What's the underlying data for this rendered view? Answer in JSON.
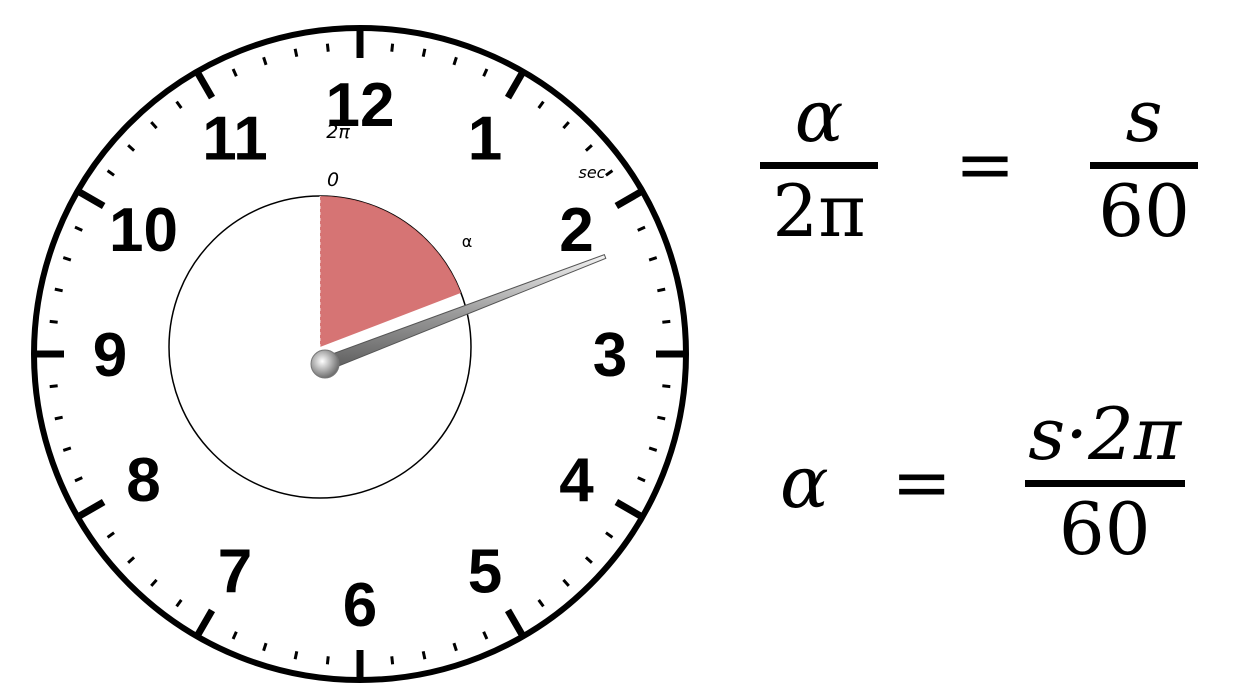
{
  "clock": {
    "numerals": [
      "12",
      "1",
      "2",
      "3",
      "4",
      "5",
      "6",
      "7",
      "8",
      "9",
      "10",
      "11"
    ],
    "label_two_pi": "2π",
    "label_zero": "0",
    "label_alpha": "α",
    "label_sec": "seс",
    "seconds_shown": 11.5,
    "sector_color": "#d46d6d",
    "face_color": "#ffffff",
    "rim_color": "#000000"
  },
  "eq1": {
    "left_num": "α",
    "left_den": "2π",
    "equals": "=",
    "right_num": "s",
    "right_den": "60"
  },
  "eq2": {
    "lhs": "α",
    "equals": "=",
    "num": "s·2π",
    "den": "60"
  }
}
